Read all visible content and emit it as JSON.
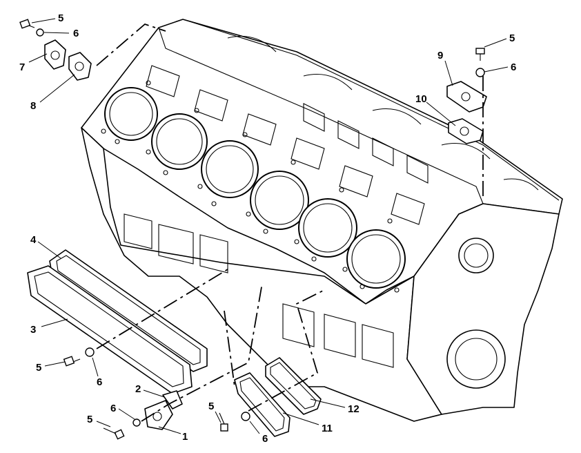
{
  "callouts": {
    "c1": "1",
    "c2": "2",
    "c3": "3",
    "c4": "4",
    "c5a": "5",
    "c5b": "5",
    "c5c": "5",
    "c5d": "5",
    "c5e": "5",
    "c6a": "6",
    "c6b": "6",
    "c6c": "6",
    "c6d": "6",
    "c6e": "6",
    "c7": "7",
    "c8": "8",
    "c9": "9",
    "c10": "10",
    "c11": "11",
    "c12": "12"
  },
  "colors": {
    "line": "#000000",
    "background": "#ffffff"
  }
}
